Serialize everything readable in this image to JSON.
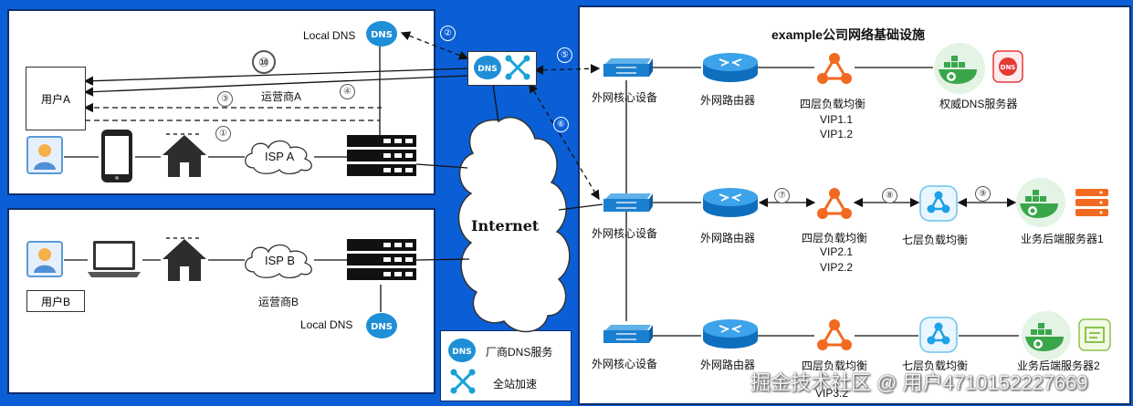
{
  "diagram": {
    "title": "example公司网络基础设施",
    "internet_label": "Internet",
    "user_a": "用户A",
    "user_b": "用户B",
    "carrier_a": "运营商A",
    "carrier_b": "运营商B",
    "isp_a": "ISP A",
    "isp_b": "ISP B",
    "local_dns_top": "Local DNS",
    "local_dns_bottom": "Local DNS",
    "core_devices": [
      "外网核心设备",
      "外网核心设备",
      "外网核心设备"
    ],
    "routers": [
      "外网路由器",
      "外网路由器",
      "外网路由器"
    ],
    "l4_lb": [
      "四层负载均衡",
      "四层负载均衡",
      "四层负载均衡"
    ],
    "vip_row1": [
      "VIP1.1",
      "VIP1.2"
    ],
    "vip_row2": [
      "VIP2.1",
      "VIP2.2"
    ],
    "vip_row3": [
      "VIP3.2"
    ],
    "l7_lb": [
      "七层负载均衡",
      "七层负载均衡"
    ],
    "auth_dns": "权威DNS服务器",
    "backend_1": "业务后端服务器1",
    "backend_2": "业务后端服务器2",
    "dns_icon_text": "DNS",
    "steps": [
      "①",
      "②",
      "③",
      "④",
      "⑤",
      "⑥",
      "⑦",
      "⑧",
      "⑨",
      "⑩"
    ]
  },
  "legend": {
    "vendor_dns": "厂商DNS服务",
    "global_accel": "全站加速"
  },
  "watermark": "掘金技术社区 @ 用户4710152227669",
  "colors": {
    "background": "#0a5fd6",
    "router_blue": "#1b8fe0",
    "lb_orange": "#f26a21",
    "docker_green": "#4caf50",
    "dns_red": "#e53935",
    "cdn_cyan": "#17a2d6"
  },
  "icons": [
    "dns-icon",
    "cdn-icon",
    "switch-icon",
    "router-icon",
    "l4-lb-icon",
    "l7-lb-icon",
    "docker-icon",
    "server-rack-icon",
    "house-icon",
    "phone-icon",
    "laptop-icon",
    "user-icon",
    "cloud-icon"
  ]
}
